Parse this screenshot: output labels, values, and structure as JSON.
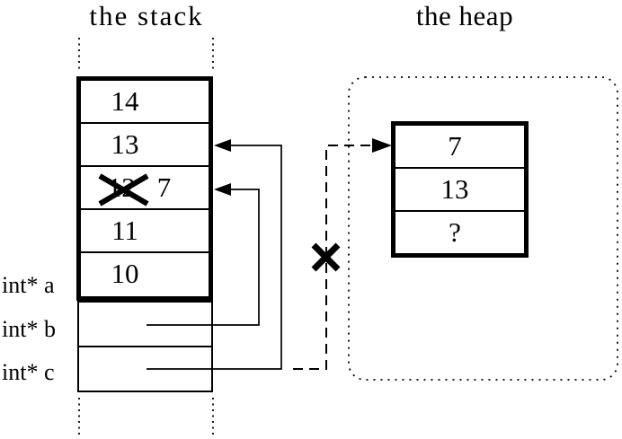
{
  "colors": {
    "foreground": "#000000",
    "background": "#ffffff"
  },
  "stack": {
    "title": "the stack",
    "cells": [
      {
        "value": "14"
      },
      {
        "value": "13"
      },
      {
        "value": "12",
        "crossed_out": true,
        "new_value": "7"
      },
      {
        "value": "11"
      },
      {
        "value": "10"
      }
    ],
    "variables": [
      {
        "label": "int* a"
      },
      {
        "label": "int* b"
      },
      {
        "label": "int* c"
      }
    ]
  },
  "heap": {
    "title": "the heap",
    "cells": [
      {
        "value": "7"
      },
      {
        "value": "13"
      },
      {
        "value": "?"
      }
    ]
  },
  "pointers": [
    {
      "name": "b-to-stack-cell",
      "style": "solid",
      "crossed_out": false
    },
    {
      "name": "c-to-stack-cell",
      "style": "solid",
      "crossed_out": false
    },
    {
      "name": "c-to-heap-block",
      "style": "dashed",
      "crossed_out": true
    }
  ],
  "marks": {
    "crossed_value_x": "cross-out over stack value 12",
    "broken_pointer_x": "cross-out over dashed heap pointer"
  }
}
